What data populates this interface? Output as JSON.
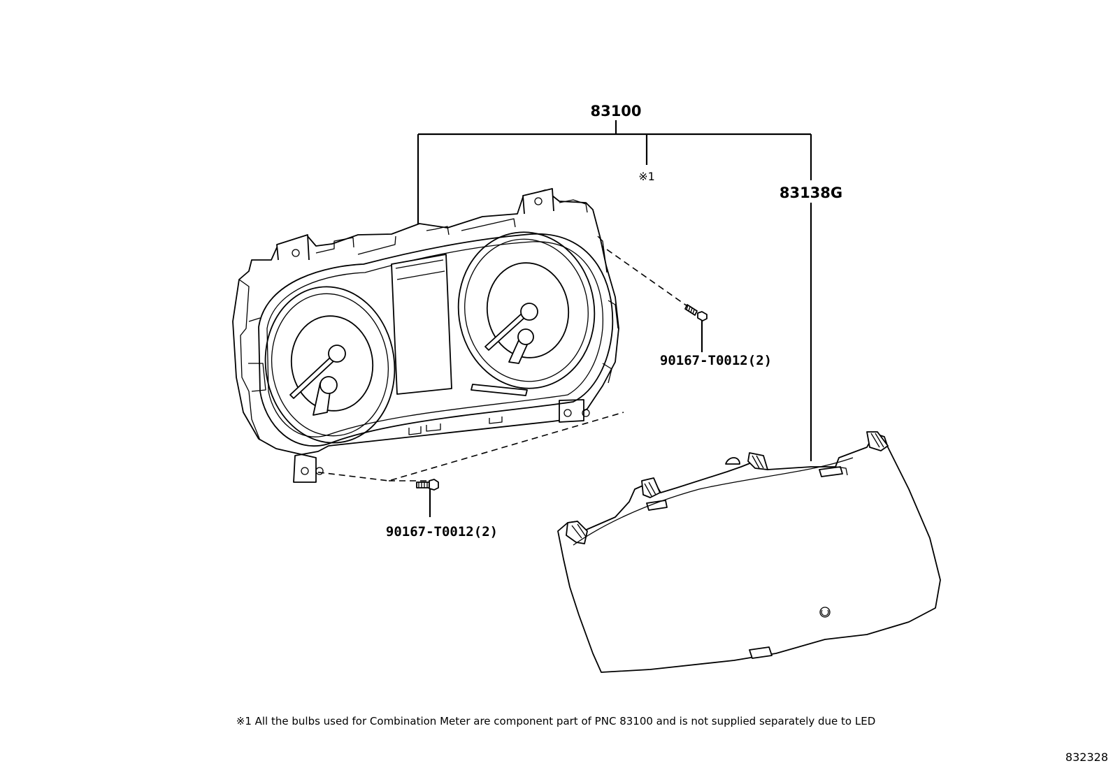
{
  "labels": {
    "meter_assy": "83100",
    "note_marker": "※1",
    "glass": "83138G",
    "screw_upper": "90167-T0012(2)",
    "screw_lower": "90167-T0012(2)"
  },
  "footnote": "※1 All the bulbs used for Combination Meter are component part of PNC 83100 and is not supplied separately due to LED",
  "figure_ref": "832328"
}
